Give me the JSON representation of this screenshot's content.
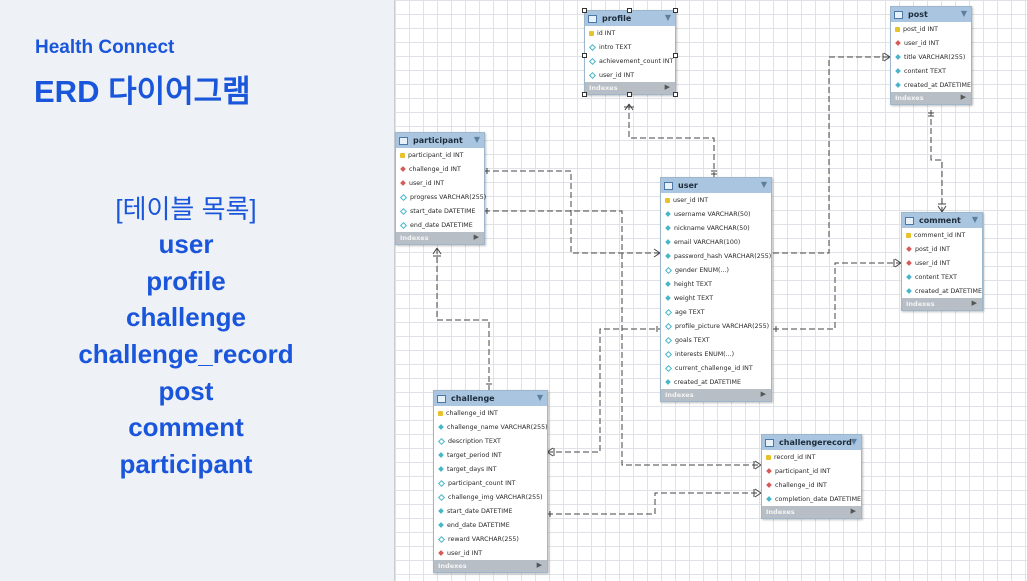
{
  "header": {
    "subtitle": "Health Connect",
    "title": "ERD 다이어그램"
  },
  "table_list": {
    "heading": "[테이블 목록]",
    "items": [
      "user",
      "profile",
      "challenge",
      "challenge_record",
      "post",
      "comment",
      "participant"
    ]
  },
  "diagram": {
    "footer_label": "Indexes",
    "tables": {
      "profile": {
        "name": "profile",
        "columns": [
          "id INT",
          "intro TEXT",
          "achievement_count INT",
          "user_id INT"
        ]
      },
      "post": {
        "name": "post",
        "columns": [
          "post_id INT",
          "user_id INT",
          "title VARCHAR(255)",
          "content TEXT",
          "created_at DATETIME"
        ]
      },
      "participant": {
        "name": "participant",
        "columns": [
          "participant_id INT",
          "challenge_id INT",
          "user_id INT",
          "progress VARCHAR(255)",
          "start_date DATETIME",
          "end_date DATETIME"
        ]
      },
      "user": {
        "name": "user",
        "columns": [
          "user_id INT",
          "username VARCHAR(50)",
          "nickname VARCHAR(50)",
          "email VARCHAR(100)",
          "password_hash VARCHAR(255)",
          "gender ENUM(...)",
          "height TEXT",
          "weight TEXT",
          "age TEXT",
          "profile_picture VARCHAR(255)",
          "goals TEXT",
          "interests ENUM(...)",
          "current_challenge_id INT",
          "created_at DATETIME"
        ]
      },
      "comment": {
        "name": "comment",
        "columns": [
          "comment_id INT",
          "post_id INT",
          "user_id INT",
          "content TEXT",
          "created_at DATETIME"
        ]
      },
      "challenge": {
        "name": "challenge",
        "columns": [
          "challenge_id INT",
          "challenge_name VARCHAR(255)",
          "description TEXT",
          "target_period INT",
          "target_days INT",
          "participant_count INT",
          "challenge_img VARCHAR(255)",
          "start_date DATETIME",
          "end_date DATETIME",
          "reward VARCHAR(255)",
          "user_id INT"
        ]
      },
      "challengerecord": {
        "name": "challengerecord",
        "columns": [
          "record_id INT",
          "participant_id INT",
          "challenge_id INT",
          "completion_date DATETIME"
        ]
      }
    }
  }
}
